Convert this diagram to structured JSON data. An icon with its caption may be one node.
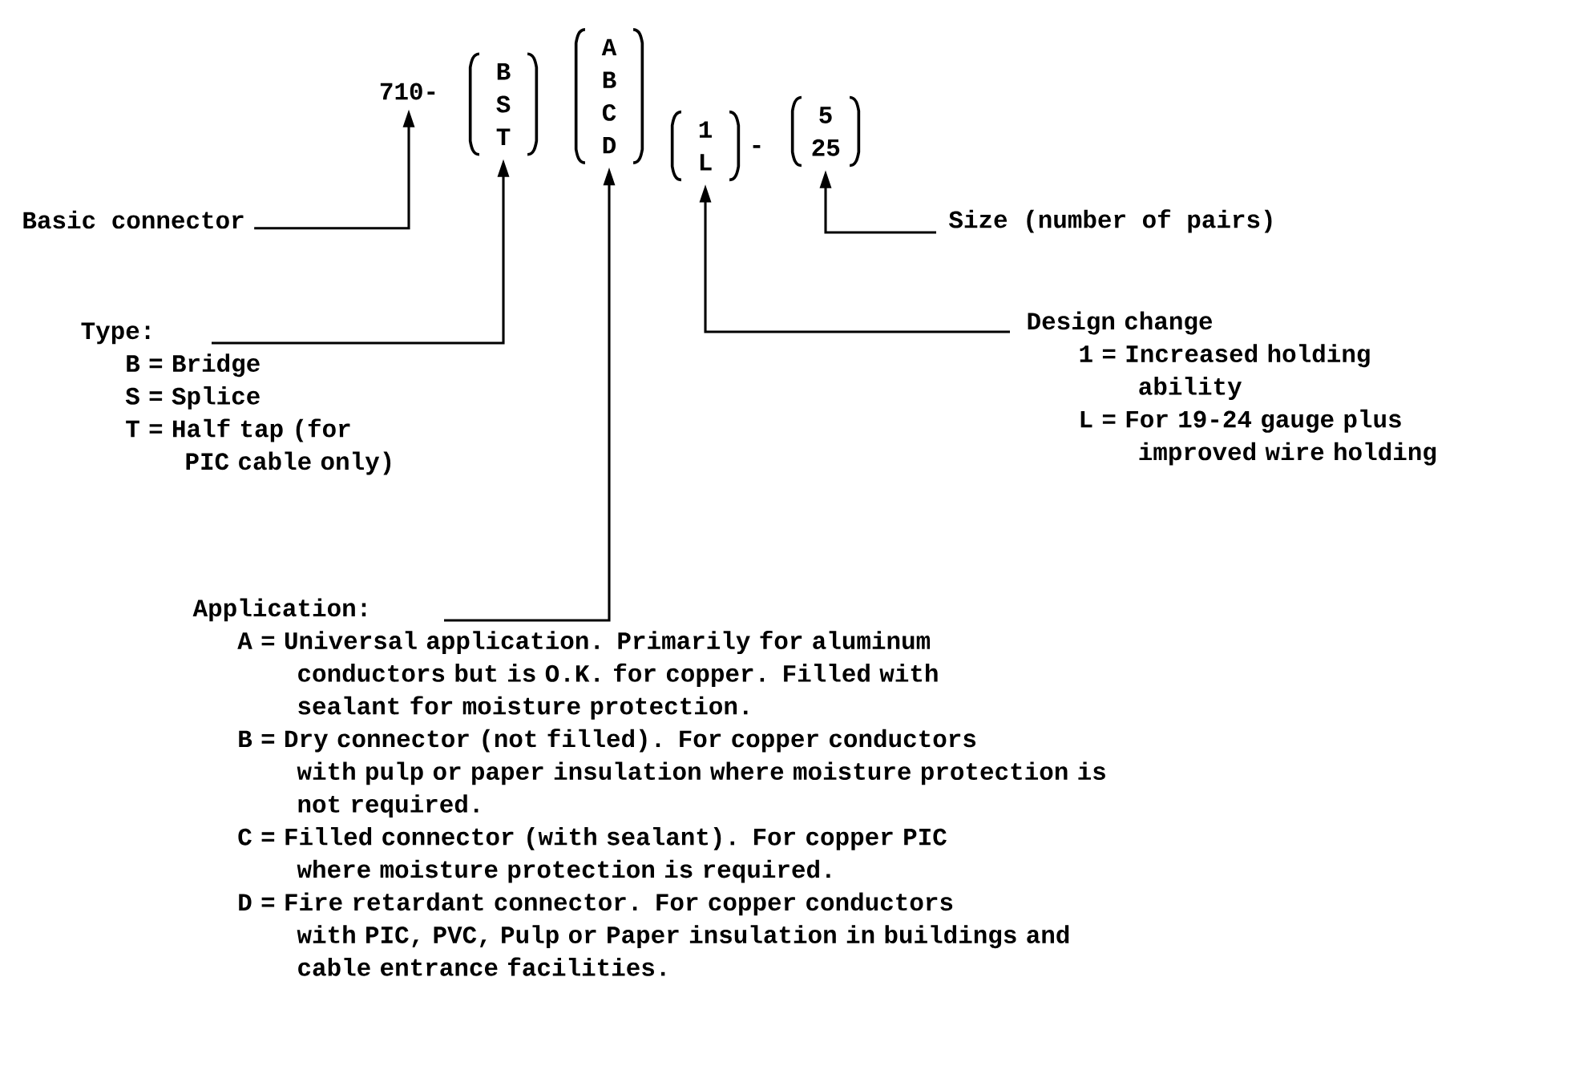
{
  "diagram": {
    "nodes": [
      {
        "text": [
          "710-"
        ]
      },
      {
        "text": [
          "B S T"
        ]
      },
      {
        "text": [
          "A B C D"
        ]
      },
      {
        "text": [
          "1 L"
        ]
      },
      {
        "text": [
          "5 25"
        ]
      },
      {
        "text": [
          "Basic connector"
        ]
      },
      {
        "text": [
          "Size (number of pairs)"
        ]
      },
      {
        "text": [
          "Type:",
          "B = Bridge",
          "S = Splice",
          "T = Half tap (for PIC cable only)"
        ]
      },
      {
        "text": [
          "Design change",
          "1 = Increased holding ability",
          "L = For 19-24 gauge plus improved wire holding"
        ]
      },
      {
        "text": [
          "Application:",
          "A = Universal application. Primarily for aluminum conductors but is O.K. for copper. Filled with sealant for moisture protection.",
          "B = Dry connector (not filled). For copper conductors with pulp or paper insulation where moisture protection is not required.",
          "C = Filled connector (with sealant). For copper PIC where moisture protection is required.",
          "D = Fire retardant connector. For copper conductors with PIC, PVC, Pulp or Paper insulation in buildings and cable entrance facilities."
        ]
      }
    ],
    "edges": [
      {
        "from": 5,
        "to": 0,
        "arrow": "to"
      },
      {
        "from": 7,
        "to": 1,
        "arrow": "to"
      },
      {
        "from": 9,
        "to": 2,
        "arrow": "to"
      },
      {
        "from": 8,
        "to": 3,
        "arrow": "to"
      },
      {
        "from": 6,
        "to": 4,
        "arrow": "to"
      }
    ],
    "labels": [
      "-"
    ]
  }
}
